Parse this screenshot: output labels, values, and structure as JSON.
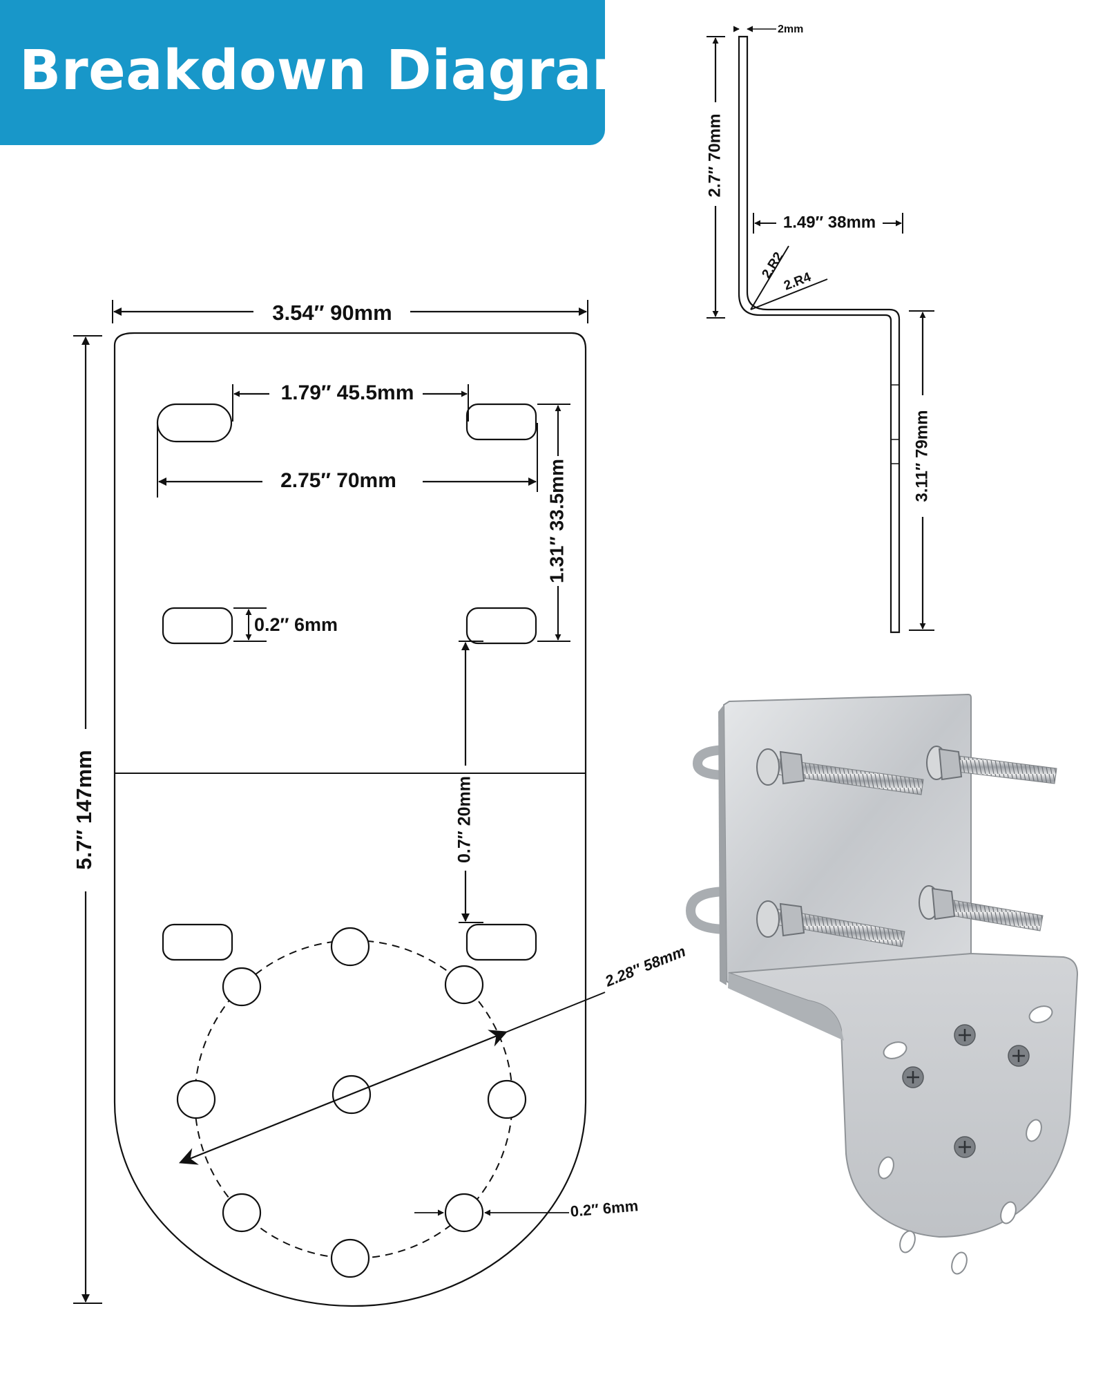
{
  "title": "Breakdown Diagram",
  "colors": {
    "banner": "#1897c9",
    "banner_text": "#ffffff",
    "line": "#111111",
    "metal": "#c9ccd0"
  },
  "plate_front": {
    "width_label": "3.54″  90mm",
    "height_label": "5.7″  147mm",
    "slot_inner_spacing_label": "1.79″  45.5mm",
    "slot_outer_spacing_label": "2.75″  70mm",
    "slot_vertical_spacing_label": "1.31″  33.5mm",
    "slot_height_label": "0.2″  6mm",
    "slot_to_lower_slot_label": "0.7″  20mm",
    "bolt_circle_diameter_label": "2.28″  58mm",
    "hole_diameter_label": "0.2″  6mm"
  },
  "side_profile": {
    "thickness_label": "2mm",
    "upper_leg_label": "2.7″  70mm",
    "offset_label": "1.49″  38mm",
    "inner_radius_label": "2.R2",
    "outer_radius_label": "2.R4",
    "lower_leg_label": "3.11″  79mm"
  },
  "photo": {
    "description_icon": "bracket-photo"
  }
}
